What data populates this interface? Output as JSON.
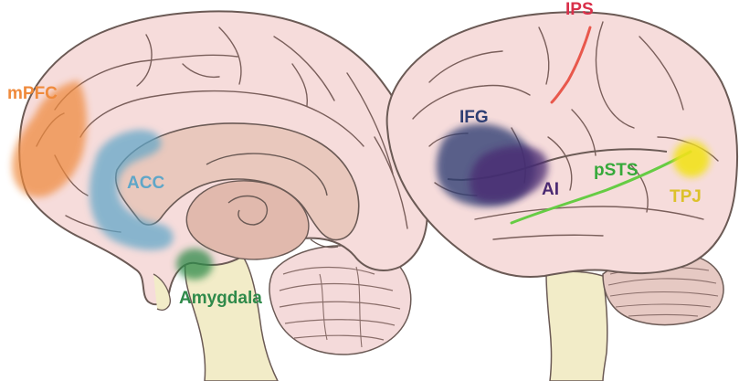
{
  "labels": {
    "mpfc": "mPFC",
    "acc": "ACC",
    "amygdala": "Amygdala",
    "ips": "IPS",
    "ifg": "IFG",
    "ai": "AI",
    "psts": "pSTS",
    "tpj": "TPJ"
  },
  "colors": {
    "mpfc": "#ef8a3c",
    "acc": "#5fa6c8",
    "amygdala": "#2f8a4a",
    "ips": "#d9304a",
    "ifg": "#2e3e73",
    "ai": "#4a2a72",
    "psts": "#36a93a",
    "tpj": "#dcc12a"
  }
}
